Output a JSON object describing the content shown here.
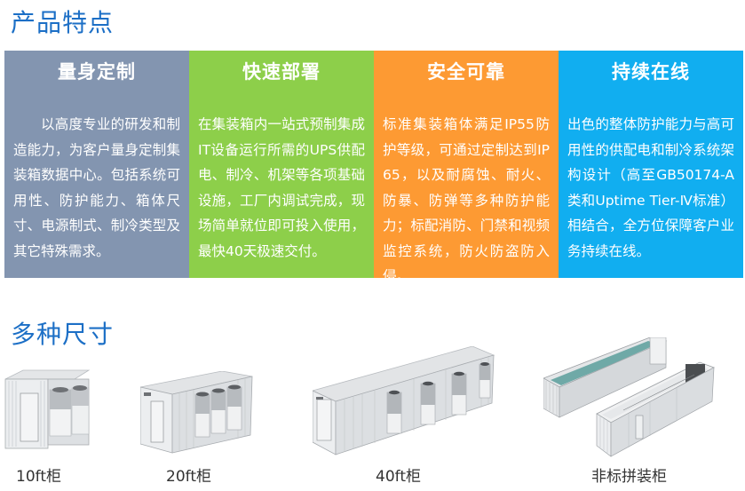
{
  "sections": {
    "features_title": "产品特点",
    "sizes_title": "多种尺寸"
  },
  "colors": {
    "title_blue": "#1c6fc6",
    "panel_custom": "#8395b0",
    "panel_fast": "#8dcf4a",
    "panel_safe": "#fd9a33",
    "panel_online": "#11aef0",
    "caption": "#333333"
  },
  "panels": [
    {
      "title": "量身定制",
      "body": "以高度专业的研发和制造能力，为客户量身定制集装箱数据中心。包括系统可用性、防护能力、箱体尺寸、电源制式、制冷类型及其它特殊需求。"
    },
    {
      "title": "快速部署",
      "body": "在集装箱内一站式预制集成IT设备运行所需的UPS供配电、制冷、机架等各项基础设施，工厂内调试完成，现场简单就位即可投入使用，最快40天极速交付。"
    },
    {
      "title": "安全可靠",
      "body": "标准集装箱体满足IP55防护等级，可通过定制达到IP65，以及耐腐蚀、耐火、防暴、防弹等多种防护能力；标配消防、门禁和视频监控系统，防火防盗防入侵。"
    },
    {
      "title": "持续在线",
      "body": "出色的整体防护能力与高可用性的供配电和制冷系统架构设计（高至GB50174-A类和Uptime Tier-Ⅳ标准）相结合，全方位保障客户业务持续在线。"
    }
  ],
  "products": [
    {
      "caption": "10ft柜",
      "image": "container-10ft-image"
    },
    {
      "caption": "20ft柜",
      "image": "container-20ft-image"
    },
    {
      "caption": "40ft柜",
      "image": "container-40ft-image"
    },
    {
      "caption": "非标拼装柜",
      "image": "container-custom-assembled-image"
    }
  ]
}
